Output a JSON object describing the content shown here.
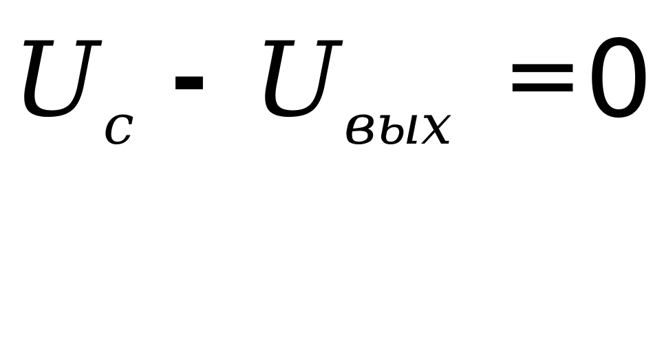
{
  "equation": {
    "term1": {
      "symbol": "U",
      "subscript": "с"
    },
    "operator_minus": "-",
    "term2": {
      "symbol": "U",
      "subscript": "вых"
    },
    "operator_equals": "=",
    "rhs": "0"
  },
  "colors": {
    "text": "#000000",
    "background": "#ffffff"
  }
}
